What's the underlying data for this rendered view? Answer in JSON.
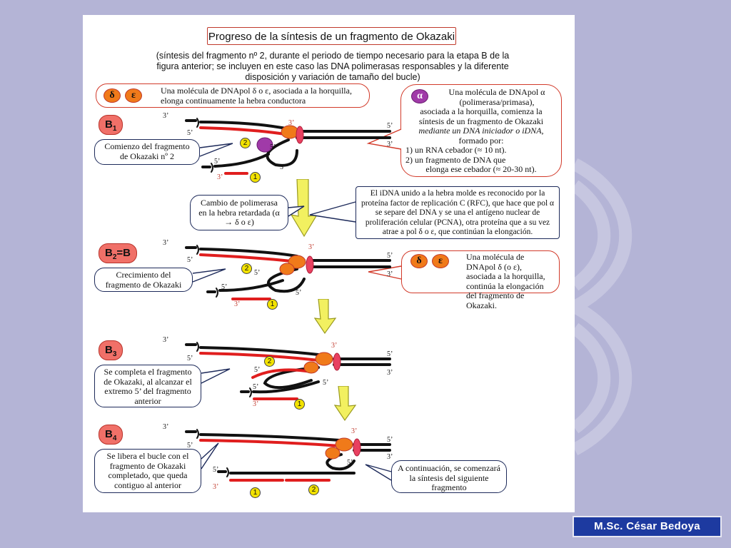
{
  "title": "Progreso de la síntesis de un fragmento de Okazaki",
  "subtitle": "(síntesis del fragmento nº 2, durante el periodo de tiempo necesario para la etapa B de la figura anterior; se incluyen en este caso las DNA polimerasas responsables y la diferente disposición y variación de tamaño del bucle)",
  "enzymes": {
    "delta": "δ",
    "epsilon": "ε",
    "alpha": "α"
  },
  "callouts": {
    "top_red": "Una molécula de DNApol δ o ε, asociada a la horquilla, elonga continuamente la hebra conductora",
    "alpha": {
      "l1": "Una molécula de DNApol α",
      "l2": "(polimerasa/primasa),",
      "l3": "asociada a la horquilla, comienza la",
      "l4": "síntesis de un fragmento de Okazaki",
      "l5": "mediante un DNA iniciador o iDNA,",
      "l6": "formado por:",
      "l7": "1)  un RNA cebador (≈ 10 nt).",
      "l8": "2)  un fragmento de DNA que",
      "l9": "elonga ese cebador (≈ 20-30 nt)."
    },
    "b1": "Comienzo del fragmento de Okazaki nº 2",
    "change": "Cambio de polimerasa en la hebra retardada (α → δ o ε)",
    "rfc": "El iDNA unido a la hebra molde es reconocido por la proteína factor de replicación C (RFC), que hace que pol α se separe del DNA y se una el antígeno nuclear de proliferación celular (PCNA), otra proteína que a su vez atrae a pol δ o ε, que continúan la elongación.",
    "b2_right": "Una molécula de DNApol δ (o ε), asociada a la horquilla, continúa la elongación del fragmento de Okazaki.",
    "b2": "Crecimiento del fragmento de Okazaki",
    "b3": "Se completa el fragmento de Okazaki, al alcanzar el extremo 5’ del fragmento anterior",
    "b4": "Se libera el bucle con el fragmento de Okazaki completado, que queda contiguo al anterior",
    "b4_right": "A continuación, se comenzará la síntesis del siguiente fragmento"
  },
  "steps": {
    "b1": {
      "letter": "B",
      "sub": "1"
    },
    "b2": {
      "letter": "B",
      "sub": "2",
      "suffix": "=B"
    },
    "b3": {
      "letter": "B",
      "sub": "3"
    },
    "b4": {
      "letter": "B",
      "sub": "4"
    }
  },
  "strand_labels": {
    "three": "3’",
    "five": "5’"
  },
  "fragment_numbers": {
    "one": "1",
    "two": "2"
  },
  "footer": "M.Sc. César Bedoya",
  "colors": {
    "background": "#b4b4d6",
    "strand_red": "#e01e1e",
    "strand_black": "#111111",
    "accent_orange": "#f07a1a",
    "alpha_purple": "#a03aa8",
    "footer_blue": "#1d3aa0"
  }
}
